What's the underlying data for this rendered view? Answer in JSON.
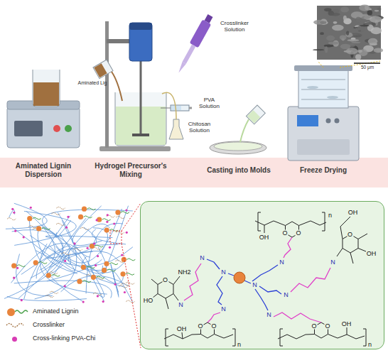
{
  "diagram": {
    "nodes": [
      {
        "text": [
          "OH",
          "O",
          "O",
          "n",
          "O",
          "OH",
          "OH",
          "N",
          "HO",
          "O",
          "NH2",
          "N",
          "N",
          "N",
          "N",
          "N",
          "N",
          "N",
          "N",
          "OH",
          "O",
          "O",
          "n",
          "O",
          "O",
          "OH",
          "n"
        ]
      }
    ],
    "labels": [
      "Crosslinker Solution",
      "Aminated Lig",
      "PVA Solution",
      "Chitosan Solution",
      "Aminated Lignin Dispersion",
      "Hydrogel Precursor's Mixing",
      "Casting into Molds",
      "Freeze Drying",
      "50 μm"
    ],
    "legend": [
      {
        "text": "Aminated Lignin",
        "color": "#e8843c"
      },
      {
        "text": "Crosslinker"
      },
      {
        "text": "Cross-linking PVA-Chi",
        "color": "#d83cb4"
      }
    ]
  }
}
